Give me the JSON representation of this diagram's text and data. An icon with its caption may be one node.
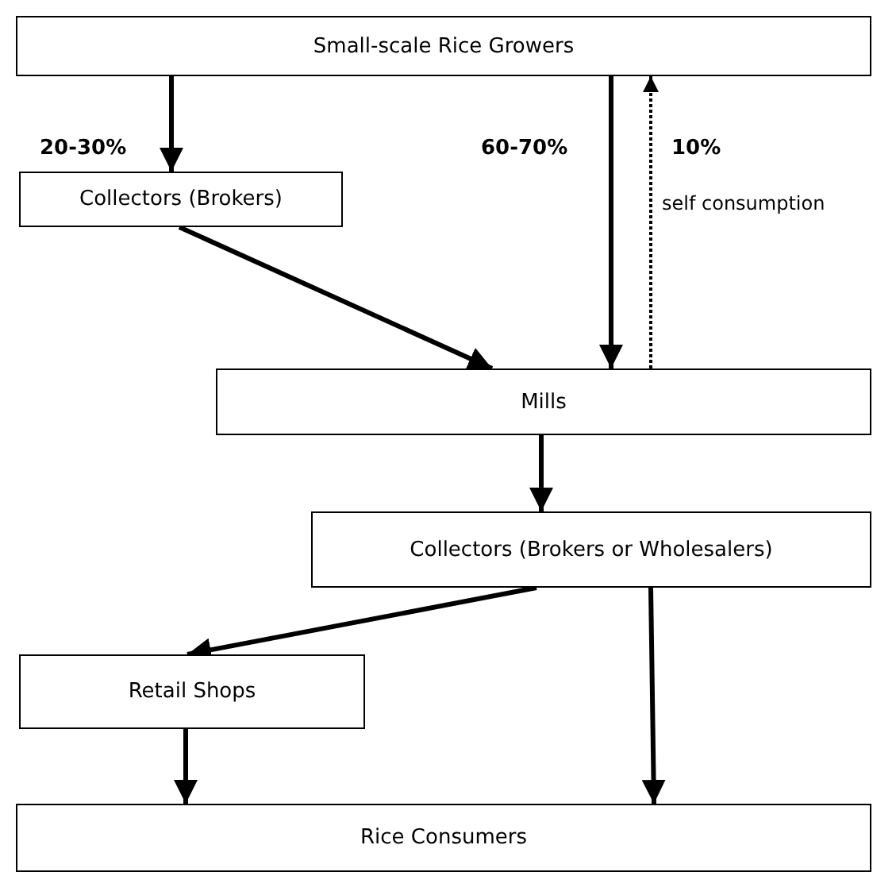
{
  "diagram": {
    "nodes": [
      {
        "text": [
          "Small-scale Rice Growers"
        ]
      },
      {
        "text": [
          "Collectors (Brokers)"
        ]
      },
      {
        "text": [
          "Mills"
        ]
      },
      {
        "text": [
          "Collectors (Brokers or Wholesalers)"
        ]
      },
      {
        "text": [
          "Retail Shops"
        ]
      },
      {
        "text": [
          "Rice Consumers"
        ]
      }
    ],
    "edges": [
      {
        "from": 0,
        "to": 1,
        "arrow": "to",
        "label": "20-30%"
      },
      {
        "from": 1,
        "to": 2,
        "arrow": "to"
      },
      {
        "from": 0,
        "to": 2,
        "arrow": "to",
        "label": "60-70%"
      },
      {
        "from": 2,
        "to": 0,
        "arrow": "to",
        "label": "10%",
        "style": "dashed"
      },
      {
        "from": 2,
        "to": 3,
        "arrow": "to"
      },
      {
        "from": 3,
        "to": 4,
        "arrow": "to"
      },
      {
        "from": 3,
        "to": 5,
        "arrow": "to"
      },
      {
        "from": 4,
        "to": 5,
        "arrow": "to"
      }
    ],
    "labels": [
      "self consumption"
    ]
  }
}
